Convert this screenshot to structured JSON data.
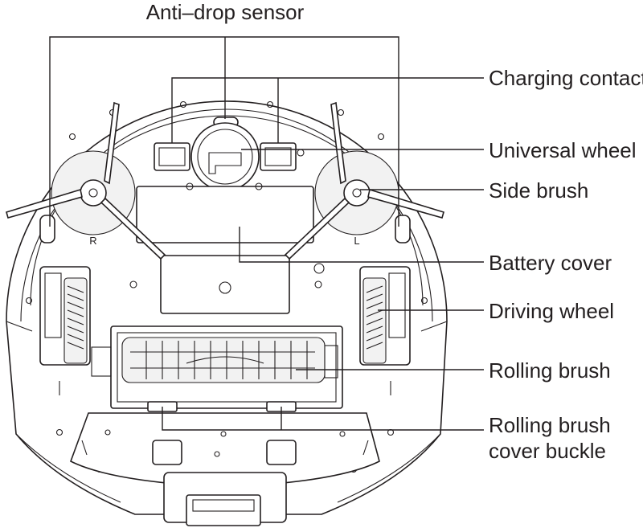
{
  "labels": {
    "anti_drop_sensor": "Anti–drop sensor",
    "charging_contact": "Charging contact",
    "universal_wheel": "Universal wheel",
    "side_brush": "Side brush",
    "battery_cover": "Battery cover",
    "driving_wheel": "Driving wheel",
    "rolling_brush": "Rolling brush",
    "rolling_brush_cover_buckle_line1": "Rolling brush",
    "rolling_brush_cover_buckle_line2": "cover buckle",
    "side_brush_right_mark": "R",
    "side_brush_left_mark": "L"
  },
  "colors": {
    "line": "#231f20",
    "background": "#ffffff",
    "panel_fill": "#f2f2f2"
  }
}
